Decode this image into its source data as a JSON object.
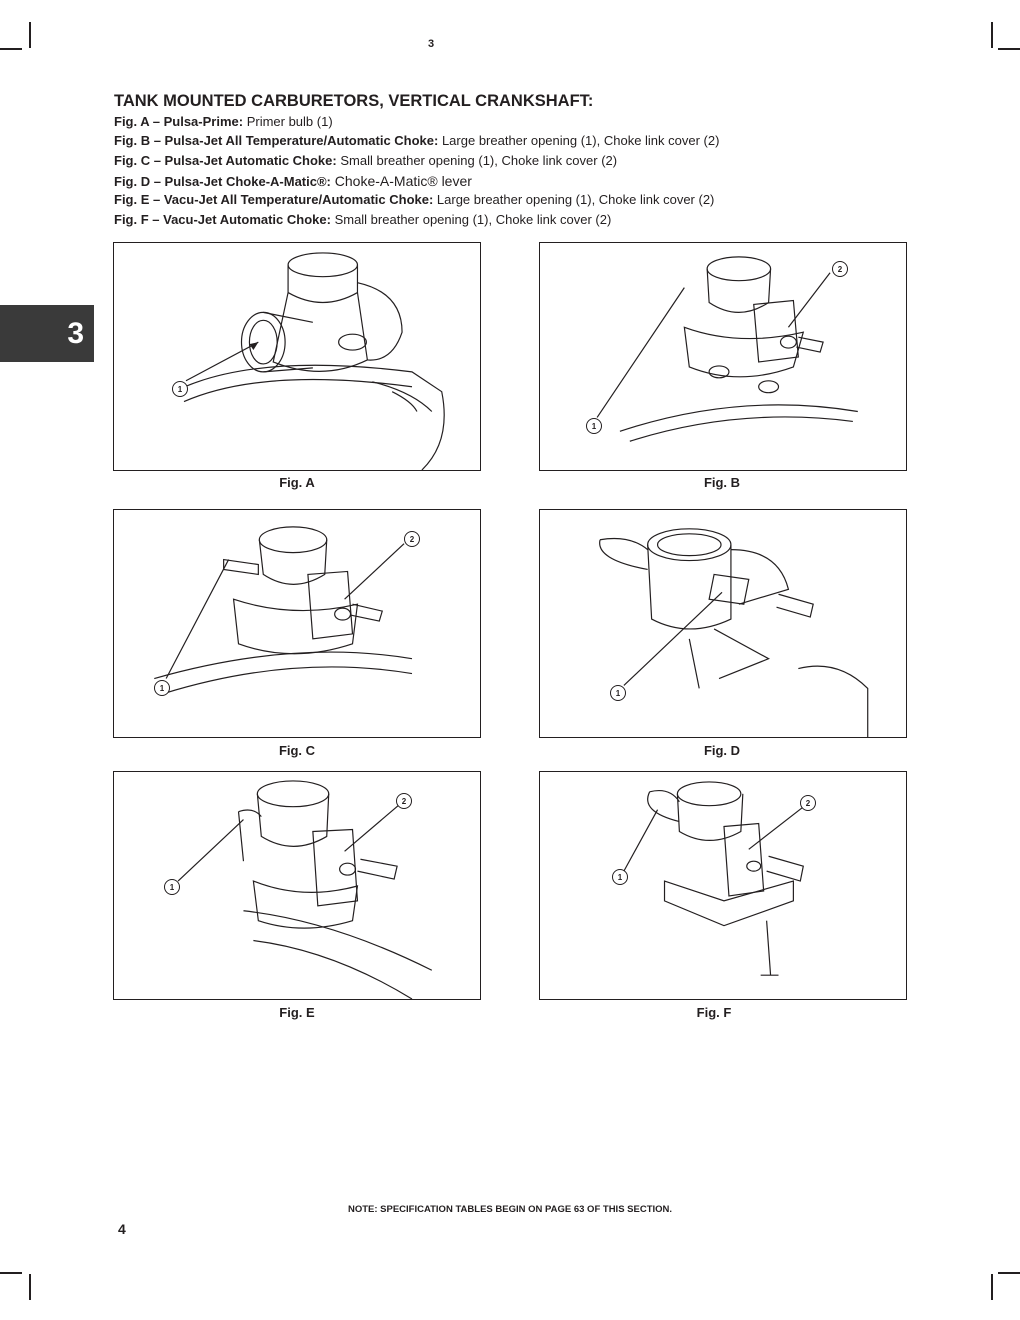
{
  "header": {
    "page_marker": "3"
  },
  "side_tab": {
    "label": "3"
  },
  "section": {
    "title": "TANK MOUNTED CARBURETORS, VERTICAL CRANKSHAFT:",
    "lines": [
      {
        "label": "Fig. A – Pulsa-Prime:",
        "text": " Primer bulb (1)"
      },
      {
        "label": "Fig. B – Pulsa-Jet All Temperature/Automatic Choke:",
        "text": " Large breather opening (1), Choke link cover (2)"
      },
      {
        "label": "Fig. C – Pulsa-Jet Automatic Choke:",
        "text": " Small breather opening (1), Choke link cover (2)"
      },
      {
        "label": "Fig. D – Pulsa-Jet Choke-A-Matic®:",
        "text": " Choke-A-Matic® lever"
      },
      {
        "label": "Fig. E – Vacu-Jet All Temperature/Automatic Choke:",
        "text": " Large breather opening (1), Choke link cover (2)"
      },
      {
        "label": "Fig. F – Vacu-Jet Automatic Choke:",
        "text": " Small breather opening (1), Choke link cover (2)"
      }
    ]
  },
  "figures": [
    {
      "caption": "Fig. A",
      "callouts": [
        "1"
      ]
    },
    {
      "caption": "Fig. B",
      "callouts": [
        "1",
        "2"
      ]
    },
    {
      "caption": "Fig. C",
      "callouts": [
        "1",
        "2"
      ]
    },
    {
      "caption": "Fig. D",
      "callouts": [
        "1"
      ]
    },
    {
      "caption": "Fig. E",
      "callouts": [
        "1",
        "2"
      ]
    },
    {
      "caption": "Fig. F",
      "callouts": [
        "1",
        "2"
      ]
    }
  ],
  "footer": {
    "note": "NOTE: SPECIFICATION TABLES BEGIN ON PAGE 63 OF THIS SECTION.",
    "page_number": "4"
  }
}
